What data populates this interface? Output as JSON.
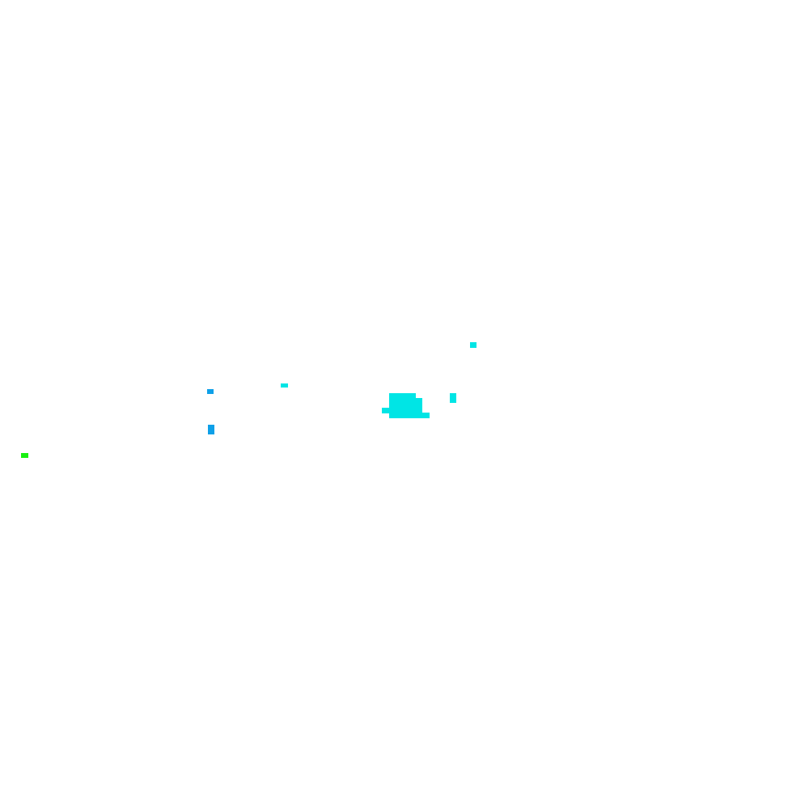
{
  "colors": {
    "background": "#ffffff",
    "cyan": "#00e5e5",
    "blue": "#0ea0e8",
    "green": "#18f010"
  },
  "blobs": [
    {
      "id": "b1",
      "color": "cyan"
    },
    {
      "id": "b2",
      "color": "cyan"
    },
    {
      "id": "b3",
      "color": "blue"
    },
    {
      "id": "b4",
      "color": "cyan"
    },
    {
      "id": "b5",
      "color": "cyan"
    },
    {
      "id": "b6",
      "color": "cyan"
    },
    {
      "id": "b7",
      "color": "cyan"
    },
    {
      "id": "b8",
      "color": "cyan"
    },
    {
      "id": "b9",
      "color": "blue"
    },
    {
      "id": "b10",
      "color": "green"
    }
  ]
}
